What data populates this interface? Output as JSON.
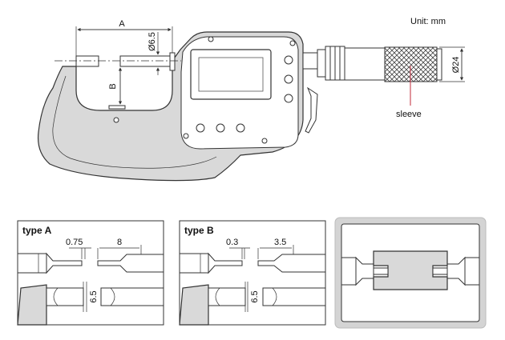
{
  "unit_label": "Unit: mm",
  "main": {
    "dim_a": "A",
    "dim_b": "B",
    "dim_spindle": "Ø6.5",
    "dim_sleeve": "Ø24",
    "sleeve_label": "sleeve"
  },
  "type_a": {
    "title": "type A",
    "dim_tip": "0.75",
    "dim_width": "8",
    "dim_dia": "6.5"
  },
  "type_b": {
    "title": "type B",
    "dim_tip": "0.3",
    "dim_width": "3.5",
    "dim_dia": "6.5"
  },
  "colors": {
    "frame": "#d9d9d9",
    "sleeve_accent": "#c0283a"
  }
}
